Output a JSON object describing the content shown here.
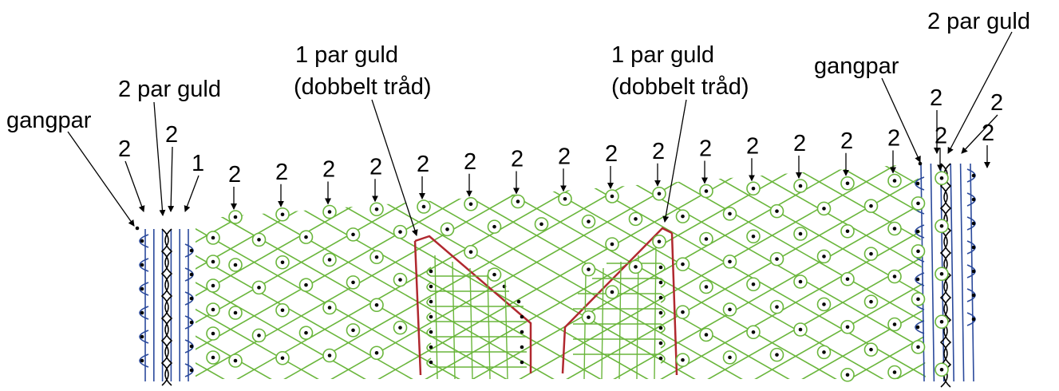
{
  "colors": {
    "ground": "#6ab63c",
    "gold_outline": "#b0282f",
    "edge_threads": "#2b4a9c",
    "twist": "#000000",
    "pin": "#000000"
  },
  "labels": {
    "left_gangpar": "gangpar",
    "left_gold": "2 par guld",
    "center_left_gold_1": "1 par guld",
    "center_left_gold_2": "(dobbelt tråd)",
    "center_right_gold_1": "1 par guld",
    "center_right_gold_2": "(dobbelt tråd)",
    "right_gangpar": "gangpar",
    "right_gold": "2 par guld"
  },
  "pair_counts": {
    "left_edge": [
      "2",
      "2",
      "1"
    ],
    "top_row": [
      "2",
      "2",
      "2",
      "2",
      "2",
      "2",
      "2",
      "2",
      "2",
      "2",
      "2",
      "2",
      "2",
      "2",
      "2",
      "2",
      "2"
    ],
    "right_edge": [
      "2",
      "2"
    ]
  },
  "icons": [
    "pin-dot",
    "arrow"
  ]
}
